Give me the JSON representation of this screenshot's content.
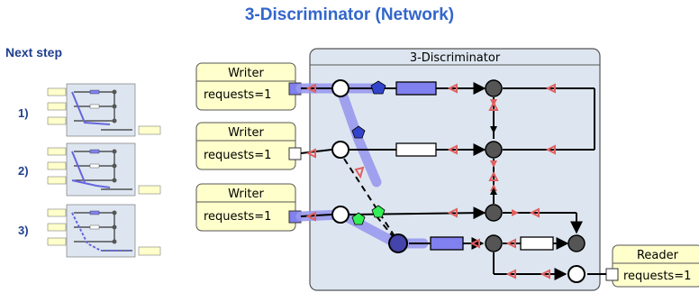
{
  "title": "3-Discriminator (Network)",
  "sidebar": {
    "heading": "Next step",
    "steps": [
      {
        "label": "1)"
      },
      {
        "label": "2)"
      },
      {
        "label": "3)"
      }
    ]
  },
  "diagram": {
    "container_label": "3-Discriminator",
    "writers": [
      {
        "name": "Writer",
        "field": "requests=1",
        "port": "filled"
      },
      {
        "name": "Writer",
        "field": "requests=1",
        "port": "empty"
      },
      {
        "name": "Writer",
        "field": "requests=1",
        "port": "filled"
      }
    ],
    "reader": {
      "name": "Reader",
      "field": "requests=1",
      "port": "empty"
    },
    "colors": {
      "title": "#3366cc",
      "box_fill": "#dde6f0",
      "process_fill": "#ffffcc",
      "token_blue": "#8080ee",
      "highlight": "#9999ee",
      "token_green": "#33ee55",
      "arrow_red": "#e06060",
      "node_dark": "#555555"
    }
  }
}
